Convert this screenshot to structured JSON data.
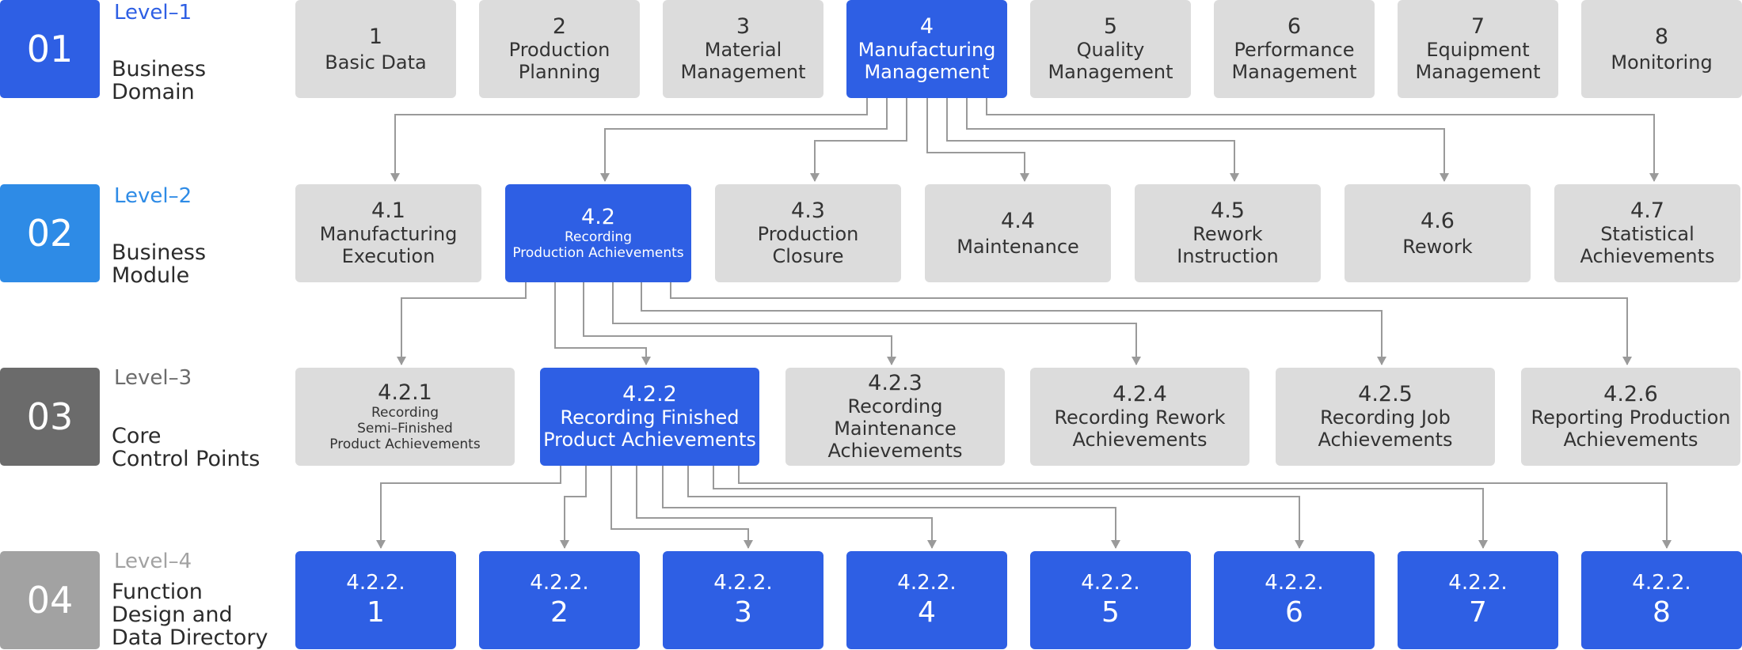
{
  "levels": [
    {
      "num": "01",
      "tag": "Level–1",
      "name_lines": [
        "Business",
        "Domain"
      ],
      "color": "#2e5fe4",
      "tag_color": "#2e5fe4"
    },
    {
      "num": "02",
      "tag": "Level–2",
      "name_lines": [
        "Business",
        "Module"
      ],
      "color": "#2e8be6",
      "tag_color": "#2e8be6"
    },
    {
      "num": "03",
      "tag": "Level–3",
      "name_lines": [
        "Core",
        "Control Points"
      ],
      "color": "#6b6b6b",
      "tag_color": "#6b6b6b"
    },
    {
      "num": "04",
      "tag": "Level–4",
      "name_lines": [
        "Function",
        "Design and",
        "Data Directory"
      ],
      "color": "#a2a2a2",
      "tag_color": "#a2a2a2"
    }
  ],
  "level1": [
    {
      "num": "1",
      "lines": [
        "Basic Data"
      ],
      "active": false
    },
    {
      "num": "2",
      "lines": [
        "Production",
        "Planning"
      ],
      "active": false
    },
    {
      "num": "3",
      "lines": [
        "Material",
        "Management"
      ],
      "active": false
    },
    {
      "num": "4",
      "lines": [
        "Manufacturing",
        "Management"
      ],
      "active": true
    },
    {
      "num": "5",
      "lines": [
        "Quality",
        "Management"
      ],
      "active": false
    },
    {
      "num": "6",
      "lines": [
        "Performance",
        "Management"
      ],
      "active": false
    },
    {
      "num": "7",
      "lines": [
        "Equipment",
        "Management"
      ],
      "active": false
    },
    {
      "num": "8",
      "lines": [
        "Monitoring"
      ],
      "active": false
    }
  ],
  "level2": [
    {
      "num": "4.1",
      "lines": [
        "Manufacturing",
        "Execution"
      ],
      "active": false
    },
    {
      "num": "4.2",
      "lines": [
        "Recording",
        "Production Achievements"
      ],
      "active": true
    },
    {
      "num": "4.3",
      "lines": [
        "Production",
        "Closure"
      ],
      "active": false
    },
    {
      "num": "4.4",
      "lines": [
        "Maintenance"
      ],
      "active": false
    },
    {
      "num": "4.5",
      "lines": [
        "Rework",
        "Instruction"
      ],
      "active": false
    },
    {
      "num": "4.6",
      "lines": [
        "Rework"
      ],
      "active": false
    },
    {
      "num": "4.7",
      "lines": [
        "Statistical",
        "Achievements"
      ],
      "active": false
    }
  ],
  "level3": [
    {
      "num": "4.2.1",
      "lines": [
        "Recording",
        "Semi–Finished",
        "Product Achievements"
      ],
      "active": false
    },
    {
      "num": "4.2.2",
      "lines": [
        "Recording Finished",
        "Product Achievements"
      ],
      "active": true
    },
    {
      "num": "4.2.3",
      "lines": [
        "Recording Maintenance",
        "Achievements"
      ],
      "active": false
    },
    {
      "num": "4.2.4",
      "lines": [
        "Recording Rework",
        "Achievements"
      ],
      "active": false
    },
    {
      "num": "4.2.5",
      "lines": [
        "Recording Job",
        "Achievements"
      ],
      "active": false
    },
    {
      "num": "4.2.6",
      "lines": [
        "Reporting Production",
        "Achievements"
      ],
      "active": false
    }
  ],
  "level4": [
    {
      "prefix": "4.2.2.",
      "num": "1"
    },
    {
      "prefix": "4.2.2.",
      "num": "2"
    },
    {
      "prefix": "4.2.2.",
      "num": "3"
    },
    {
      "prefix": "4.2.2.",
      "num": "4"
    },
    {
      "prefix": "4.2.2.",
      "num": "5"
    },
    {
      "prefix": "4.2.2.",
      "num": "6"
    },
    {
      "prefix": "4.2.2.",
      "num": "7"
    },
    {
      "prefix": "4.2.2.",
      "num": "8"
    }
  ],
  "colors": {
    "active_box": "#2e5fe4",
    "inactive_box": "#dcdcdc",
    "connector": "#9a9a9a"
  }
}
